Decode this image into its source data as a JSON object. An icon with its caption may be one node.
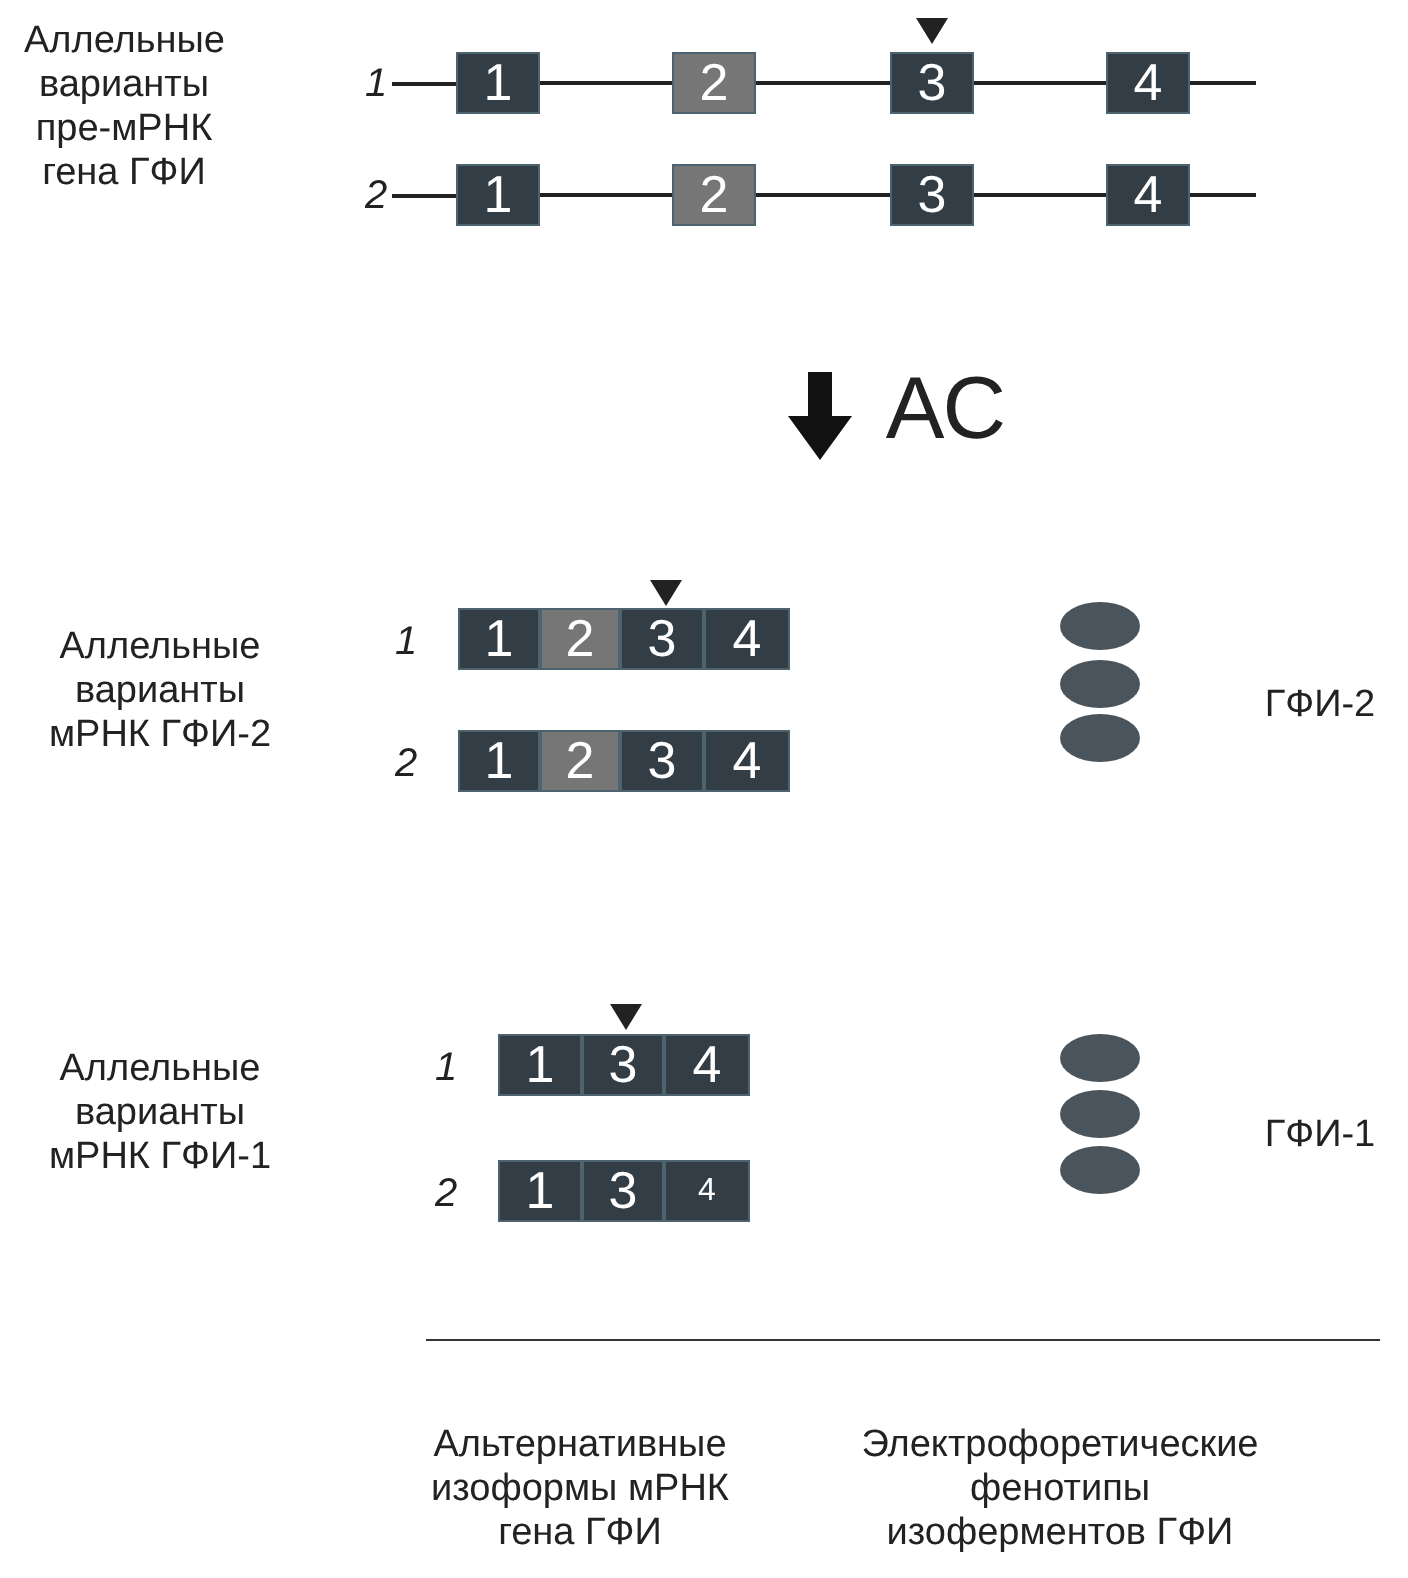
{
  "diagram": {
    "nodes": [
      {
        "text": [
          "1"
        ]
      },
      {
        "text": [
          "1"
        ]
      },
      {
        "text": [
          "2"
        ]
      },
      {
        "text": [
          "3"
        ]
      },
      {
        "text": [
          "4"
        ]
      },
      {
        "text": [
          "2"
        ]
      },
      {
        "text": [
          "1"
        ]
      },
      {
        "text": [
          "2"
        ]
      },
      {
        "text": [
          "3"
        ]
      },
      {
        "text": [
          "4"
        ]
      },
      {
        "text": [
          "1"
        ]
      },
      {
        "text": [
          "2"
        ]
      },
      {
        "text": [
          "3"
        ]
      },
      {
        "text": [
          "4"
        ]
      },
      {
        "text": [
          "1"
        ]
      },
      {
        "text": [
          "2"
        ]
      },
      {
        "text": [
          "3"
        ]
      },
      {
        "text": [
          "4"
        ]
      },
      {
        "text": [
          "1"
        ]
      },
      {
        "text": [
          "3"
        ]
      },
      {
        "text": [
          "4"
        ]
      },
      {
        "text": [
          "1"
        ]
      },
      {
        "text": [
          "3"
        ]
      },
      {
        "text": [
          "4"
        ]
      }
    ],
    "edges": [
      {
        "from": 0,
        "to": 1,
        "arrow": "none"
      },
      {
        "from": 1,
        "to": 2,
        "arrow": "none"
      },
      {
        "from": 2,
        "to": 3,
        "arrow": "none"
      },
      {
        "from": 3,
        "to": 4,
        "arrow": "none"
      },
      {
        "from": 4,
        "to": null,
        "arrow": "none"
      },
      {
        "from": 5,
        "to": 6,
        "arrow": "none"
      },
      {
        "from": 6,
        "to": 7,
        "arrow": "none"
      },
      {
        "from": 7,
        "to": 8,
        "arrow": "none"
      },
      {
        "from": 8,
        "to": 9,
        "arrow": "none"
      },
      {
        "from": 9,
        "to": null,
        "arrow": "none"
      }
    ],
    "labels": [
      "Аллельные варианты пре-мРНК гена ГФИ",
      "АС",
      "Аллельные варианты мРНК ГФИ-2",
      "1",
      "ГФИ-2",
      "2",
      "Аллельные варианты мРНК ГФИ-1",
      "1",
      "ГФИ-1",
      "2",
      "Альтернативные изоформы мРНК гена ГФИ",
      "Электрофоретические фенотипы изоферментов ГФИ"
    ]
  }
}
